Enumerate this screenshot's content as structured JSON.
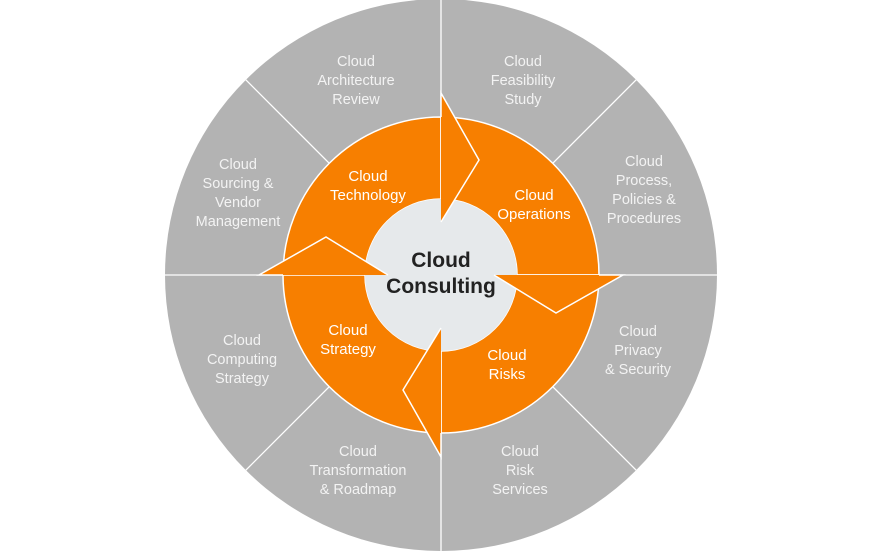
{
  "colors": {
    "outer_ring": "#b3b3b3",
    "arrows": "#f77f00",
    "center": "#e6e9eb",
    "divider": "#ffffff"
  },
  "center": {
    "lines": [
      "Cloud",
      "Consulting"
    ]
  },
  "arrows": [
    {
      "lines": [
        "Cloud",
        "Technology"
      ]
    },
    {
      "lines": [
        "Cloud",
        "Operations"
      ]
    },
    {
      "lines": [
        "Cloud",
        "Risks"
      ]
    },
    {
      "lines": [
        "Cloud",
        "Strategy"
      ]
    }
  ],
  "services": [
    {
      "lines": [
        "Cloud",
        "Architecture",
        "Review"
      ]
    },
    {
      "lines": [
        "Cloud",
        "Feasibility",
        "Study"
      ]
    },
    {
      "lines": [
        "Cloud",
        "Process,",
        "Policies &",
        "Procedures"
      ]
    },
    {
      "lines": [
        "Cloud",
        "Privacy",
        "& Security"
      ]
    },
    {
      "lines": [
        "Cloud",
        "Risk",
        "Services"
      ]
    },
    {
      "lines": [
        "Cloud",
        "Transformation",
        "& Roadmap"
      ]
    },
    {
      "lines": [
        "Cloud",
        "Computing",
        "Strategy"
      ]
    },
    {
      "lines": [
        "Cloud",
        "Sourcing &",
        "Vendor",
        "Management"
      ]
    }
  ]
}
